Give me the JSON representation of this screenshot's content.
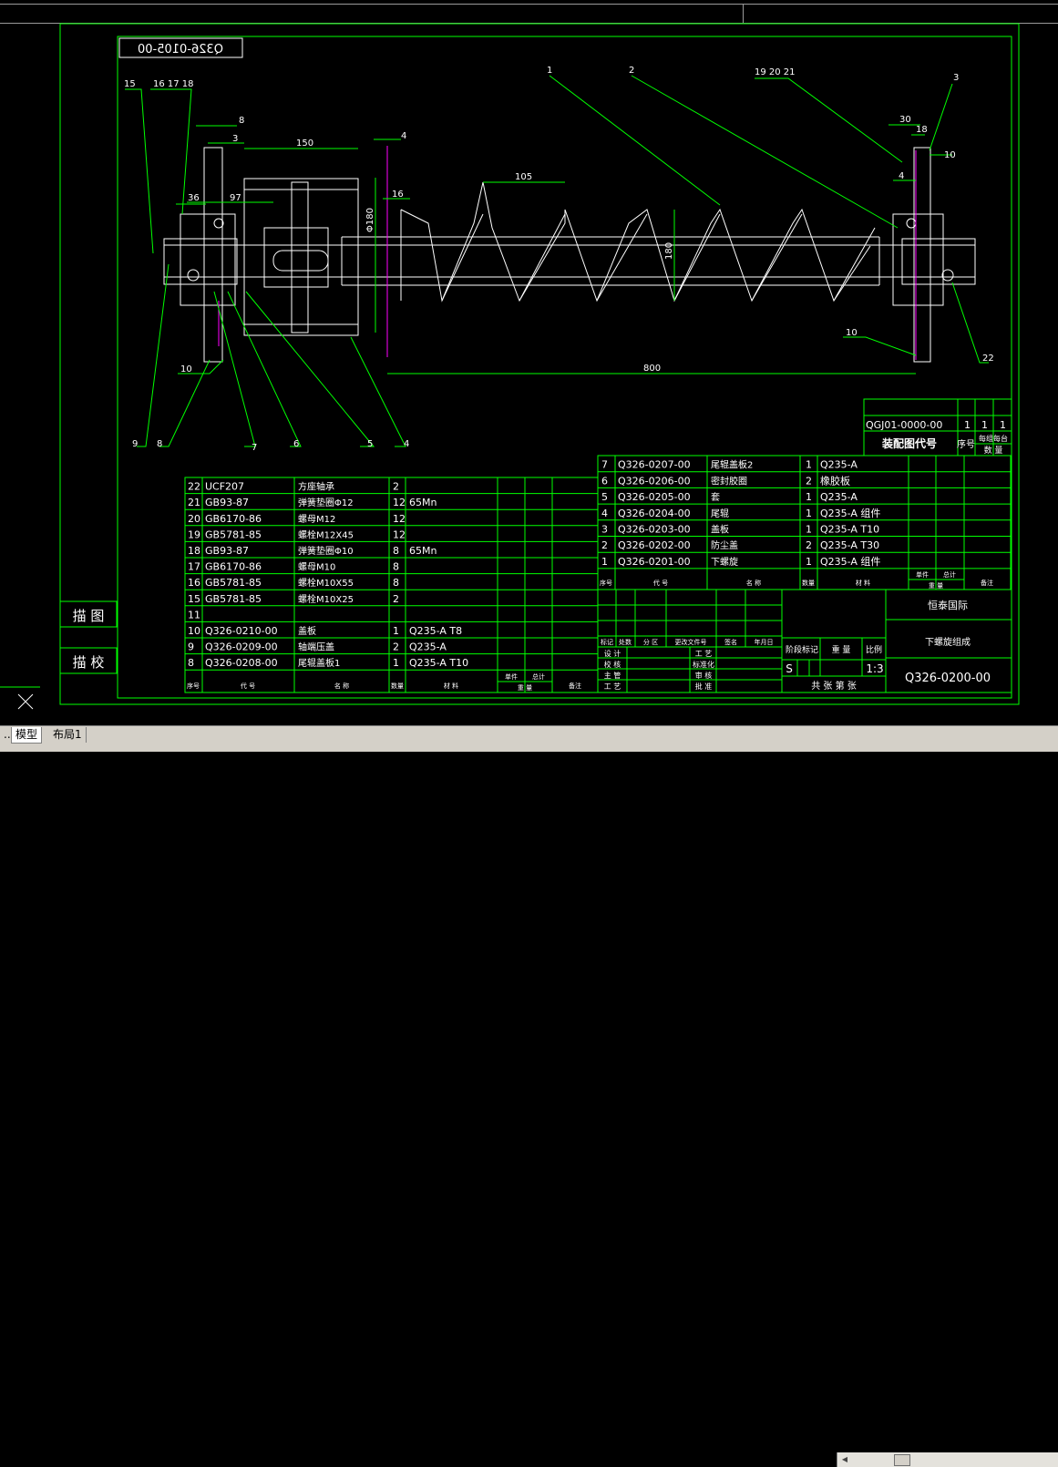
{
  "drawing": {
    "mirrored_code": "Q326-0105-00",
    "part_labels": [
      "1",
      "2",
      "19 20 21",
      "3",
      "15",
      "16 17 18",
      "10",
      "22",
      "9",
      "8",
      "7",
      "6",
      "5",
      "4",
      "10"
    ],
    "dimensions": {
      "d8": "8",
      "d3": "3",
      "d150": "150",
      "d4a": "4",
      "d36": "36",
      "d97": "97",
      "d16": "16",
      "d105": "105",
      "d180": "Φ180",
      "d180b": "180",
      "d800": "800",
      "d30": "30",
      "d18": "18",
      "d10": "10",
      "d4b": "4"
    },
    "assembly_ref": {
      "code": "QGJ01-0000-00",
      "qty": [
        "1",
        "1",
        "1"
      ],
      "header_code": "装配图代号",
      "header_seq": "序号",
      "header_group": "每组每台",
      "header_qty": "数 量"
    },
    "parts_left": [
      {
        "no": "22",
        "code": "UCF207",
        "name": "方座轴承",
        "qty": "2",
        "mat": ""
      },
      {
        "no": "21",
        "code": "GB93-87",
        "name": "弹簧垫圈Φ12",
        "qty": "12",
        "mat": "65Mn"
      },
      {
        "no": "20",
        "code": "GB6170-86",
        "name": "螺母M12",
        "qty": "12",
        "mat": ""
      },
      {
        "no": "19",
        "code": "GB5781-85",
        "name": "螺栓M12X45",
        "qty": "12",
        "mat": ""
      },
      {
        "no": "18",
        "code": "GB93-87",
        "name": "弹簧垫圈Φ10",
        "qty": "8",
        "mat": "65Mn"
      },
      {
        "no": "17",
        "code": "GB6170-86",
        "name": "螺母M10",
        "qty": "8",
        "mat": ""
      },
      {
        "no": "16",
        "code": "GB5781-85",
        "name": "螺栓M10X55",
        "qty": "8",
        "mat": ""
      },
      {
        "no": "15",
        "code": "GB5781-85",
        "name": "螺栓M10X25",
        "qty": "2",
        "mat": ""
      },
      {
        "no": "11",
        "code": "",
        "name": "",
        "qty": "",
        "mat": ""
      },
      {
        "no": "10",
        "code": "Q326-0210-00",
        "name": "盖板",
        "qty": "1",
        "mat": "Q235-A  T8"
      },
      {
        "no": "9",
        "code": "Q326-0209-00",
        "name": "轴端压盖",
        "qty": "2",
        "mat": "Q235-A"
      },
      {
        "no": "8",
        "code": "Q326-0208-00",
        "name": "尾辊盖板1",
        "qty": "1",
        "mat": "Q235-A  T10"
      }
    ],
    "parts_left_header": {
      "no": "序号",
      "code": "代    号",
      "name": "名    称",
      "qty": "数量",
      "mat": "材    料",
      "unit": "单件",
      "total": "总计",
      "weight": "重 量",
      "note": "备注"
    },
    "parts_right": [
      {
        "no": "7",
        "code": "Q326-0207-00",
        "name": "尾辊盖板2",
        "qty": "1",
        "mat": "Q235-A"
      },
      {
        "no": "6",
        "code": "Q326-0206-00",
        "name": "密封胶圈",
        "qty": "2",
        "mat": "橡胶板"
      },
      {
        "no": "5",
        "code": "Q326-0205-00",
        "name": "套",
        "qty": "1",
        "mat": "Q235-A"
      },
      {
        "no": "4",
        "code": "Q326-0204-00",
        "name": "尾辊",
        "qty": "1",
        "mat": "Q235-A  组件"
      },
      {
        "no": "3",
        "code": "Q326-0203-00",
        "name": "盖板",
        "qty": "1",
        "mat": "Q235-A  T10"
      },
      {
        "no": "2",
        "code": "Q326-0202-00",
        "name": "防尘盖",
        "qty": "2",
        "mat": "Q235-A  T30"
      },
      {
        "no": "1",
        "code": "Q326-0201-00",
        "name": "下螺旋",
        "qty": "1",
        "mat": "Q235-A  组件"
      }
    ],
    "parts_right_header": {
      "no": "序号",
      "code": "代    号",
      "name": "名    称",
      "qty": "数量",
      "mat": "材    料",
      "unit": "单件",
      "total": "总计",
      "weight": "重 量",
      "note": "备注"
    },
    "title_block": {
      "company": "恒泰国际",
      "drawing_name": "下螺旋组成",
      "drawing_no": "Q326-0200-00",
      "scale": "1:3",
      "stage_label": "S",
      "rev_headers": [
        "标记",
        "处数",
        "分 区",
        "更改文件号",
        "签名",
        "年月日"
      ],
      "roles_left": [
        "设 计",
        "校 核",
        "主 管",
        "工 艺"
      ],
      "roles_right": [
        "工 艺",
        "标准化",
        "审 核",
        "批 准"
      ],
      "stage_headers": [
        "阶段标记",
        "重 量",
        "比例"
      ],
      "sheet_text": "共   张   第   张"
    },
    "side_labels": {
      "draw": "描  图",
      "check": "描  校"
    }
  },
  "tabs": {
    "prev": "...",
    "model": "模型",
    "layout": "布局1"
  },
  "colors": {
    "line": "#00ff00",
    "part": "#ffffff",
    "hatch": "#ff00ff",
    "background": "#000000"
  }
}
